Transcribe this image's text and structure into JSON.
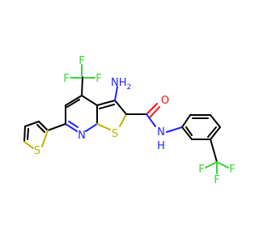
{
  "labels": {
    "cf3_top": {
      "f1": "F",
      "f2": "F",
      "f3": "F"
    },
    "amino": "NH",
    "amino_sub": "2",
    "carbonyl_o": "O",
    "amide_n": "N",
    "amide_h": "H",
    "ring_s": "S",
    "ring_n": "N",
    "thiophene_s": "S",
    "cf3_right": {
      "f1": "F",
      "f2": "F",
      "f3": "F"
    }
  },
  "colors": {
    "carbon": "#000000",
    "nitrogen": "#1f24ff",
    "sulfur": "#b8b400",
    "oxygen": "#ff0d0d",
    "fluorine": "#33d633"
  }
}
